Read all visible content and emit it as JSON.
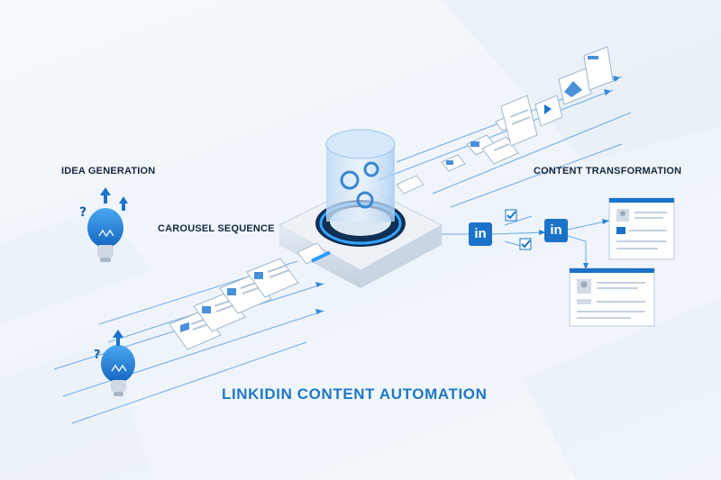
{
  "labels": {
    "idea_generation": "IDEA GENERATION",
    "carousel_sequence": "CAROUSEL SEQUENCE",
    "content_transformation": "CONTENT TRANSFORMATION",
    "title": "LINKIDIN CONTENT AUTOMATION"
  },
  "linkedin": {
    "logo_text": "in"
  },
  "colors": {
    "accent": "#1e78c8",
    "brand": "#1a73c9",
    "text": "#15283d",
    "background": "#f4f8fc"
  }
}
